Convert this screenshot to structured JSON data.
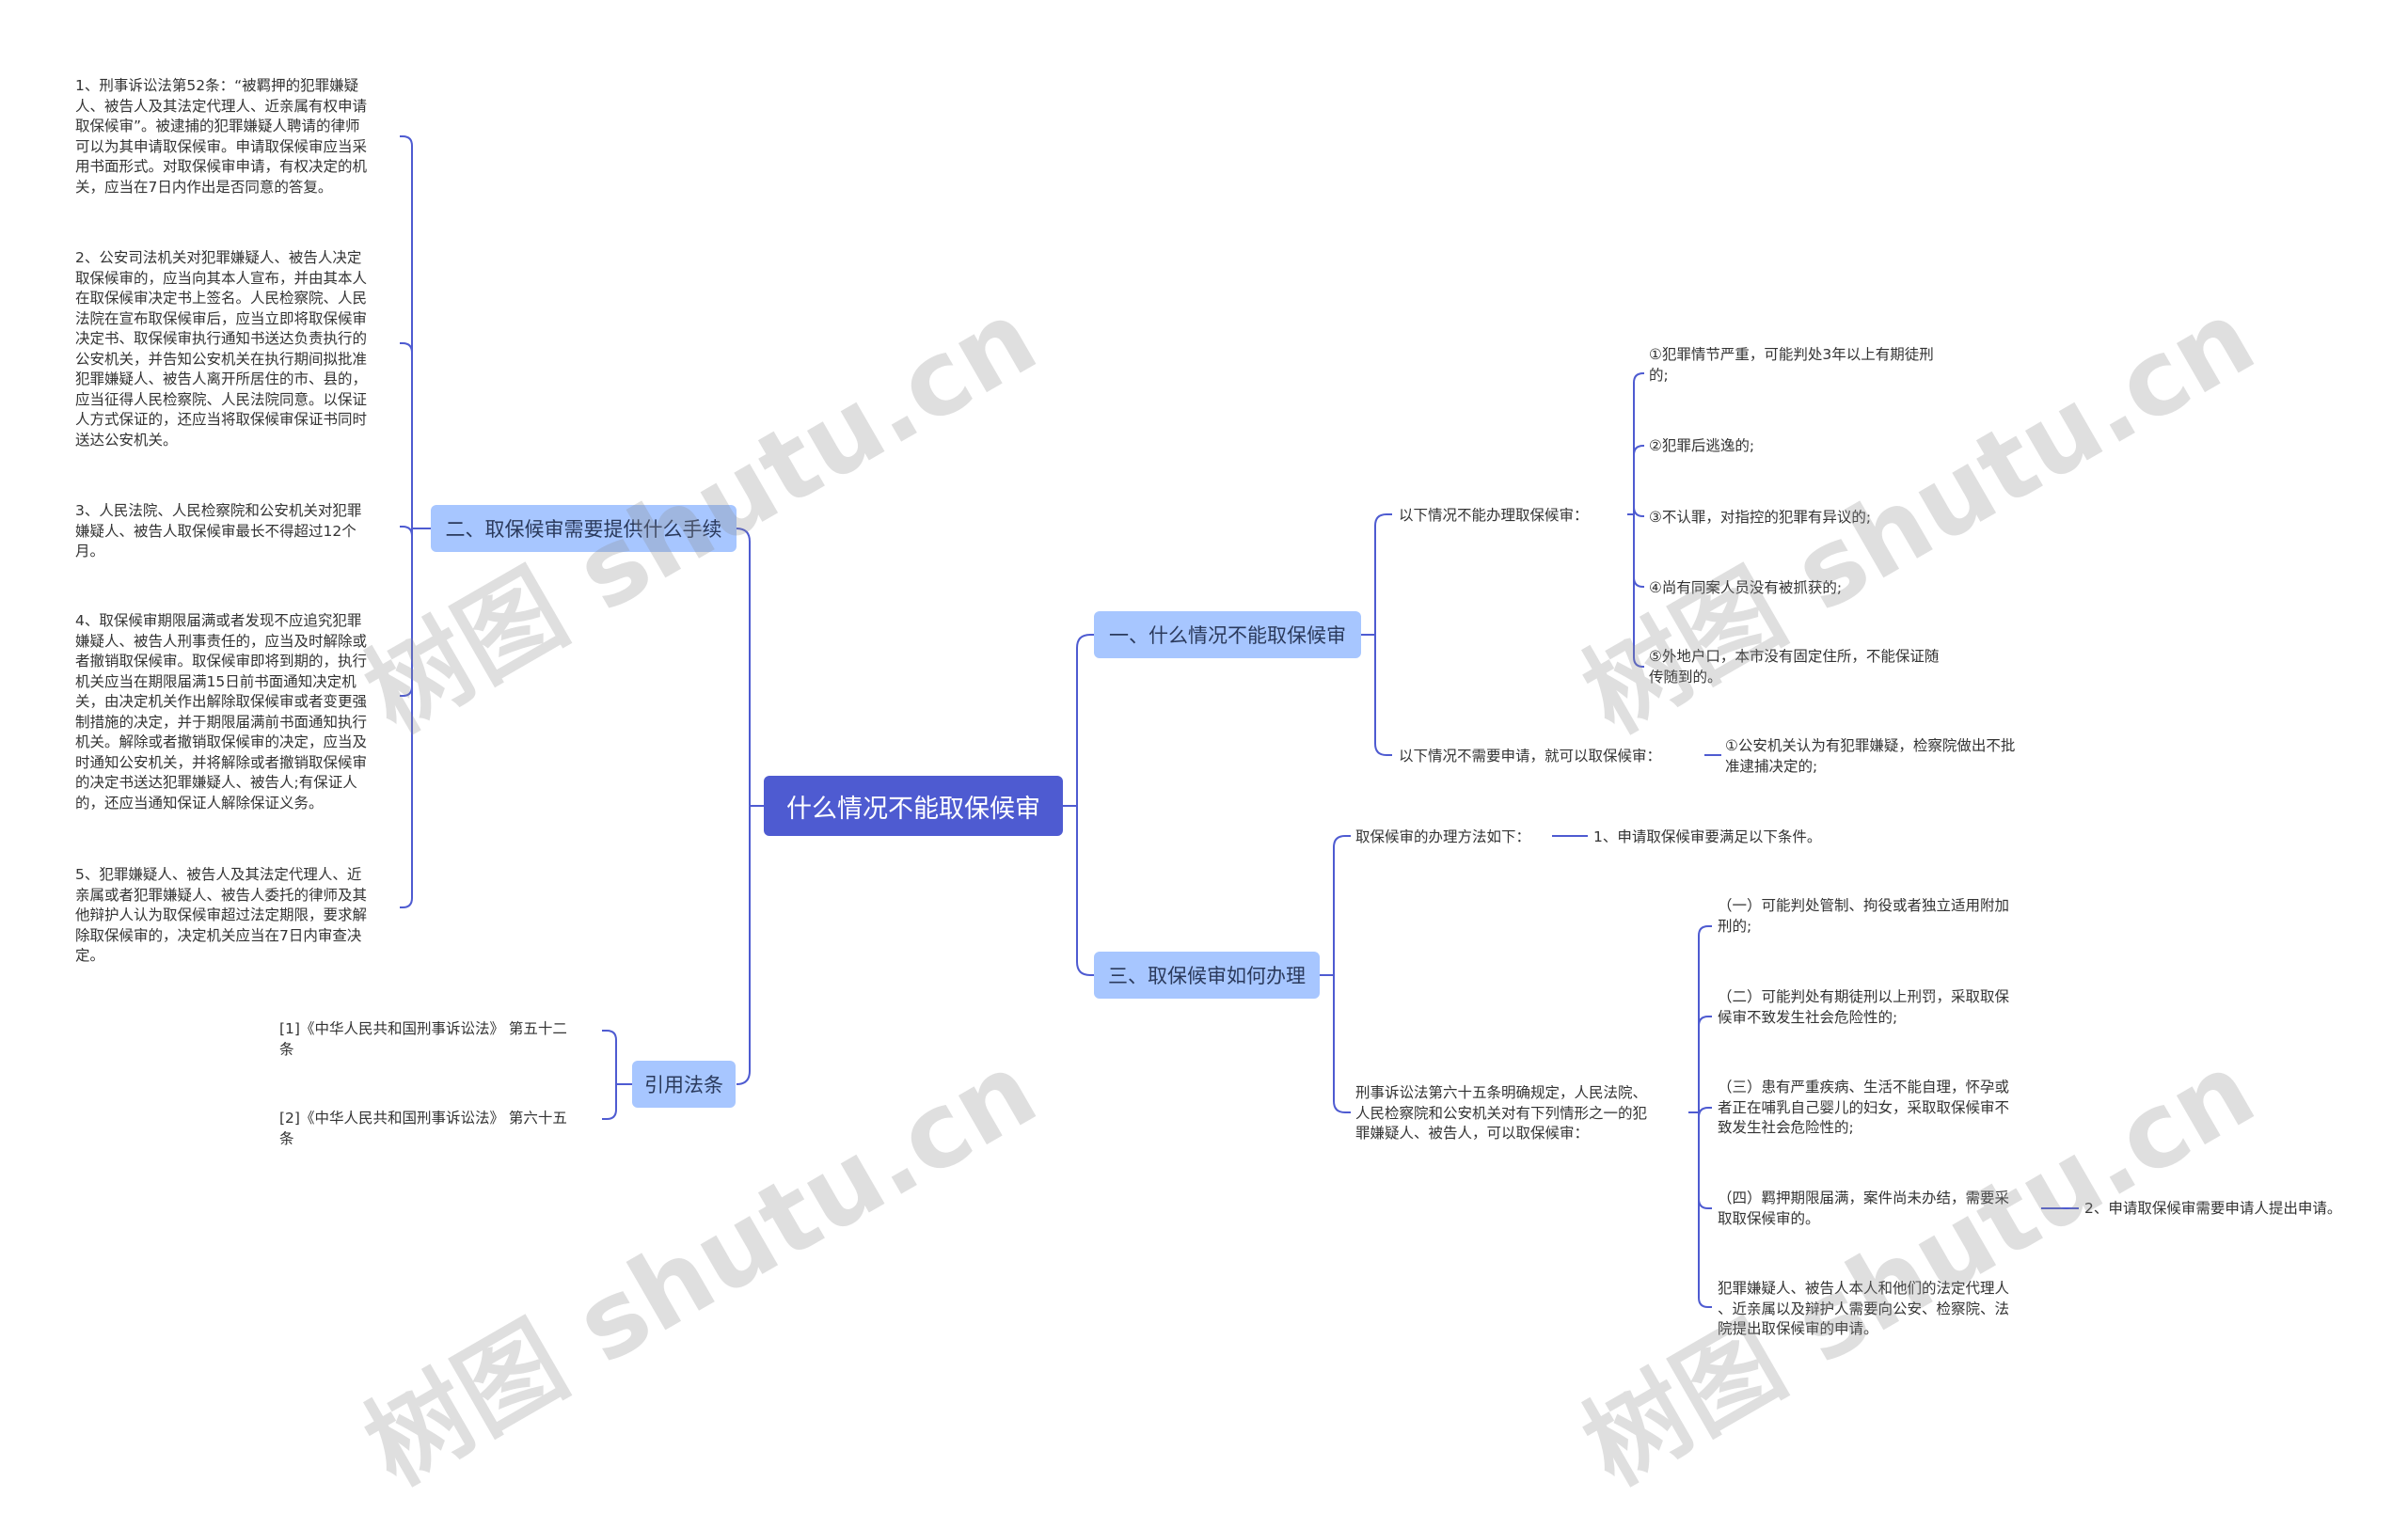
{
  "root": "什么情况不能取保候审",
  "branches": {
    "b1": "一、什么情况不能取保候审",
    "b2": "二、取保候审需要提供什么手续",
    "b3": "三、取保候审如何办理",
    "b4": "引用法条"
  },
  "b1_items": {
    "g1": "以下情况不能办理取保候审：",
    "g1_items": [
      "①犯罪情节严重，可能判处3年以上有期徒刑\n的;",
      "②犯罪后逃逸的;",
      "③不认罪，对指控的犯罪有异议的;",
      "④尚有同案人员没有被抓获的;",
      "⑤外地户口，本市没有固定住所，不能保证随\n传随到的。"
    ],
    "g2": "以下情况不需要申请，就可以取保候审：",
    "g2_item": "①公安机关认为有犯罪嫌疑，检察院做出不批\n准逮捕决定的;"
  },
  "b2_items": [
    "1、刑事诉讼法第52条：“被羁押的犯罪嫌疑\n人、被告人及其法定代理人、近亲属有权申请\n取保候审”。被逮捕的犯罪嫌疑人聘请的律师\n可以为其申请取保候审。申请取保候审应当采\n用书面形式。对取保候审申请，有权决定的机\n关，应当在7日内作出是否同意的答复。",
    "2、公安司法机关对犯罪嫌疑人、被告人决定\n取保候审的，应当向其本人宣布，并由其本人\n在取保候审决定书上签名。人民检察院、人民\n法院在宣布取保候审后，应当立即将取保候审\n决定书、取保候审执行通知书送达负责执行的\n公安机关，并告知公安机关在执行期间拟批准\n犯罪嫌疑人、被告人离开所居住的市、县的，\n应当征得人民检察院、人民法院同意。以保证\n人方式保证的，还应当将取保候审保证书同时\n送达公安机关。",
    "3、人民法院、人民检察院和公安机关对犯罪\n嫌疑人、被告人取保候审最长不得超过12个\n月。",
    "4、取保候审期限届满或者发现不应追究犯罪\n嫌疑人、被告人刑事责任的，应当及时解除或\n者撤销取保候审。取保候审即将到期的，执行\n机关应当在期限届满15日前书面通知决定机\n关，由决定机关作出解除取保候审或者变更强\n制措施的决定，并于期限届满前书面通知执行\n机关。解除或者撤销取保候审的决定，应当及\n时通知公安机关，并将解除或者撤销取保候审\n的决定书送达犯罪嫌疑人、被告人;有保证人\n的，还应当通知保证人解除保证义务。",
    "5、犯罪嫌疑人、被告人及其法定代理人、近\n亲属或者犯罪嫌疑人、被告人委托的律师及其\n他辩护人认为取保候审超过法定期限，要求解\n除取保候审的，决定机关应当在7日内审查决\n定。"
  ],
  "b3_items": {
    "g1": "取保候审的办理方法如下：",
    "g1_item": "1、申请取保候审要满足以下条件。",
    "g2": "刑事诉讼法第六十五条明确规定，人民法院、\n人民检察院和公安机关对有下列情形之一的犯\n罪嫌疑人、被告人，可以取保候审：",
    "g2_items": [
      "（一）可能判处管制、拘役或者独立适用附加\n刑的;",
      "（二）可能判处有期徒刑以上刑罚，采取取保\n候审不致发生社会危险性的;",
      "（三）患有严重疾病、生活不能自理，怀孕或\n者正在哺乳自己婴儿的妇女，采取取保候审不\n致发生社会危险性的;",
      "（四）羁押期限届满，案件尚未办结，需要采\n取取保候审的。",
      "犯罪嫌疑人、被告人本人和他们的法定代理人\n、近亲属以及辩护人需要向公安、检察院、法\n院提出取保候审的申请。"
    ],
    "g2_item4_child": "2、申请取保候审需要申请人提出申请。"
  },
  "b4_items": [
    "[1]《中华人民共和国刑事诉讼法》 第五十二\n条",
    "[2]《中华人民共和国刑事诉讼法》 第六十五\n条"
  ],
  "watermark": "树图 shutu.cn",
  "colors": {
    "root": "#4e5bd1",
    "branch": "#a7c6ff",
    "line": "#4e5bd1"
  }
}
